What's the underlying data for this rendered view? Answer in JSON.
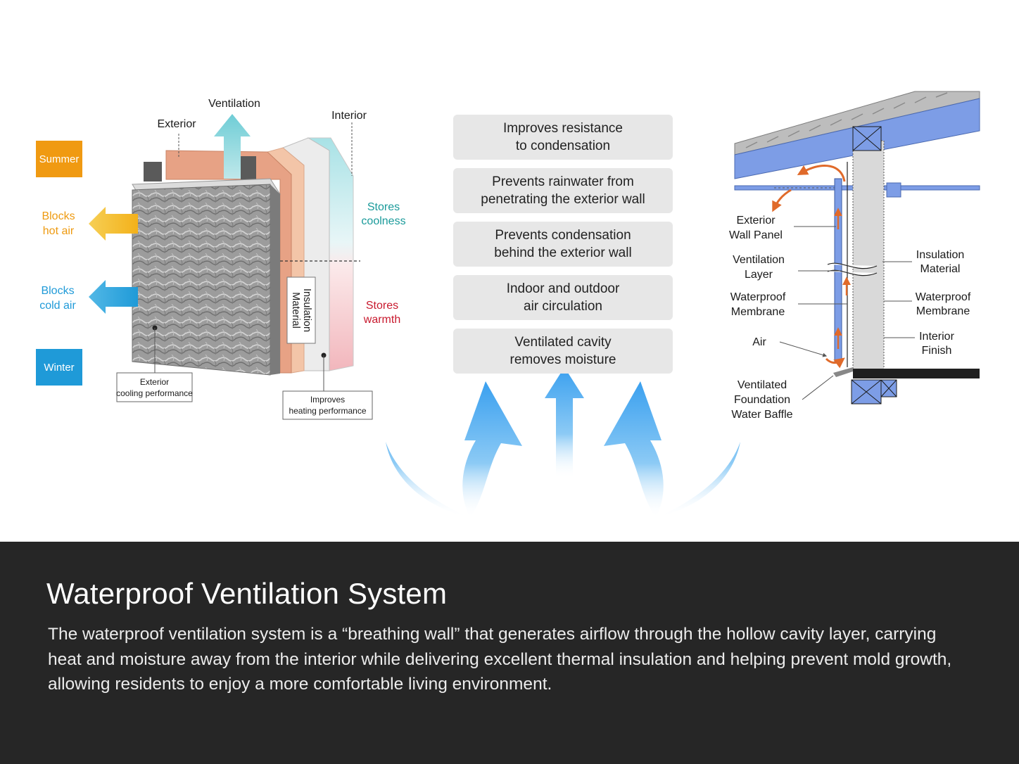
{
  "wall_diagram": {
    "ventilation_label": "Ventilation",
    "exterior_label": "Exterior",
    "interior_label": "Interior",
    "summer_label": "Summer",
    "winter_label": "Winter",
    "blocks_hot_air_label": "Blocks\nhot air",
    "blocks_cold_air_label": "Blocks\ncold air",
    "stores_coolness_label": "Stores\ncoolness",
    "stores_warmth_label": "Stores\nwarmth",
    "insulation_material_label": "Insulation\nMaterial",
    "exterior_cooling_label": "Exterior\ncooling performance",
    "improves_heating_label": "Improves\nheating performance"
  },
  "benefits": [
    "Improves resistance\nto condensation",
    "Prevents rainwater from\npenetrating the exterior wall",
    "Prevents condensation\nbehind the exterior wall",
    "Indoor and outdoor\nair circulation",
    "Ventilated cavity\nremoves moisture"
  ],
  "section_diagram": {
    "exterior_wall_panel": "Exterior\nWall Panel",
    "ventilation_layer": "Ventilation\nLayer",
    "waterproof_membrane_left": "Waterproof\nMembrane",
    "air": "Air",
    "ventilated_foundation_baffle": "Ventilated\nFoundation\nWater Baffle",
    "insulation_material": "Insulation\nMaterial",
    "waterproof_membrane_right": "Waterproof\nMembrane",
    "interior_finish": "Interior\nFinish"
  },
  "caption": {
    "title": "Waterproof Ventilation System",
    "body": "The waterproof ventilation system is a “breathing wall” that generates airflow through the hollow cavity layer, carrying heat and moisture away from the interior while delivering excellent thermal insulation and helping prevent mold growth, allowing residents to enjoy a more comfortable living environment."
  },
  "colors": {
    "summer": "#f09a12",
    "winter": "#1f9ad8",
    "coolness_text": "#1a9a9a",
    "warmth_text": "#c8192e",
    "airflow_arrow": "#e06a2a",
    "structure_blue": "#7d9de6",
    "caption_bg": "#262626"
  }
}
